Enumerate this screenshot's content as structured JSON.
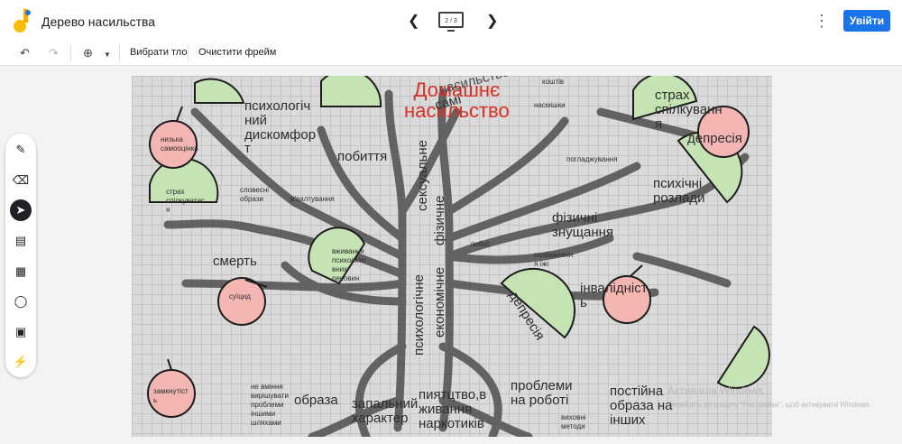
{
  "header": {
    "title": "Дерево насильства",
    "frame_indicator": "2 / 3",
    "signin_label": "Увійти"
  },
  "toolbar": {
    "background_label": "Вибрати тло",
    "clear_label": "Очистити фрейм"
  },
  "board": {
    "title": "Домашнє\nнасильство",
    "labels": {
      "psych": "психологіч\nний\nдискомфор\nт",
      "beatings": "побиття",
      "low_esteem": "низька\nсамооцінка",
      "fear_comm_left": "страх\nспілкуватис\nя",
      "verbal": "словесні\nобрази",
      "rape": "зґвалтування",
      "death": "смерть",
      "substances": "вживання\nпсихоакти\nвних\nречовин",
      "suicide": "суїцид",
      "closed": "замкнутіст\nь",
      "no_skills": "не вміння\nвирішувати\nпроблеми\nіншими\nшляхами",
      "insult": "образа",
      "temper": "запальний\nхарактер",
      "drinking": "пиятцтво,в\nживання\nнаркотиків",
      "work": "проблеми\nна роботі",
      "upbringing": "виховні\nметоди",
      "constant_insult": "постійна\nобраза на\nінших",
      "disability": "інвалідніст\nь",
      "depression_right": "депресія",
      "depression_mid": "депресія",
      "fear_comm_right": "страх\nспілкуванн\nя",
      "psych_wounds": "психічні\nрозлади",
      "physical_abuse": "фізичні\nзнущання",
      "food": "позбавленн\nя їжі",
      "beats": "побої",
      "stroking": "погладжування",
      "funds": "коштів",
      "ridicule": "насмішки",
      "alone": "самі",
      "violence_self": "насильство",
      "trunk_sexual": "сексуальне",
      "trunk_physical": "фізичне",
      "trunk_psych": "психологічне",
      "trunk_econ": "економічне"
    }
  },
  "sidebar": {
    "tools": [
      "pen-icon",
      "eraser-icon",
      "select-icon",
      "sticky-note-icon",
      "image-icon",
      "circle-icon",
      "text-box-icon",
      "laser-icon"
    ]
  },
  "watermark": {
    "line1": "Активація Windows",
    "line2": "Перейдіть до розділу \"Настройки\", щоб активувати Windows."
  },
  "colors": {
    "accent": "#1a73e8",
    "leaf": "#c5e3b3",
    "apple": "#f4b6b2",
    "title": "#d93025"
  }
}
